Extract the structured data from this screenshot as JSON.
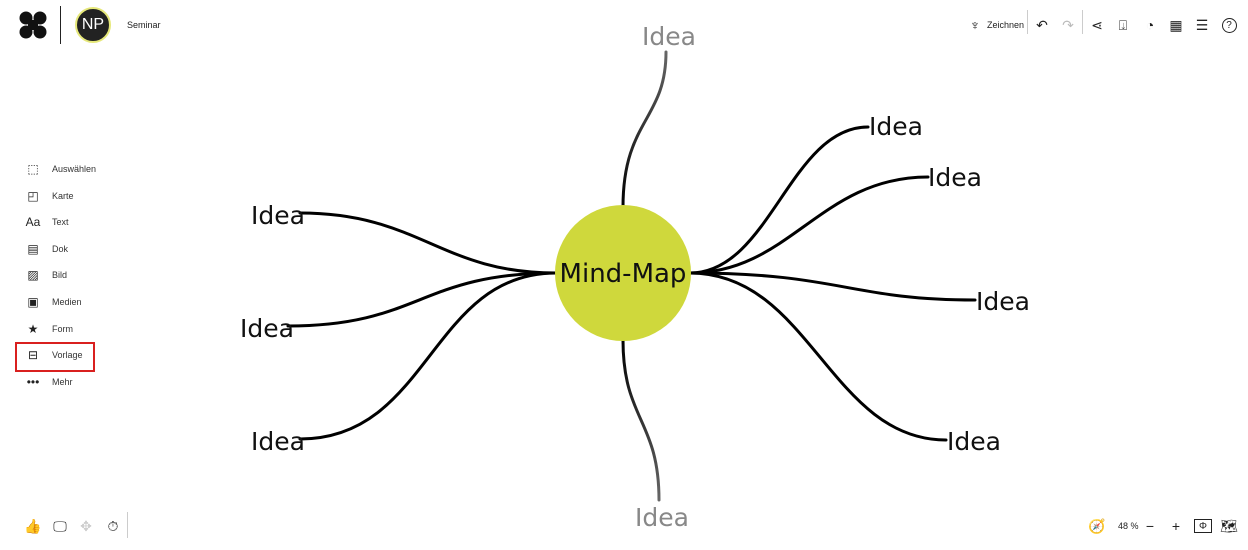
{
  "header": {
    "board_title": "Seminar",
    "avatar_initials": "NP"
  },
  "toolbar": {
    "draw_label": "Zeichnen"
  },
  "sidebar": {
    "items": [
      {
        "label": "Auswählen",
        "icon": "select-icon"
      },
      {
        "label": "Karte",
        "icon": "card-icon"
      },
      {
        "label": "Text",
        "icon": "text-icon"
      },
      {
        "label": "Dok",
        "icon": "document-icon"
      },
      {
        "label": "Bild",
        "icon": "image-icon"
      },
      {
        "label": "Medien",
        "icon": "media-icon"
      },
      {
        "label": "Form",
        "icon": "star-icon"
      },
      {
        "label": "Vorlage",
        "icon": "template-icon",
        "highlighted": true
      },
      {
        "label": "Mehr",
        "icon": "more-icon"
      }
    ]
  },
  "mindmap": {
    "center": "Mind-Map",
    "center_color": "#cfd83c",
    "ideas": [
      "Idea",
      "Idea",
      "Idea",
      "Idea",
      "Idea",
      "Idea",
      "Idea",
      "Idea",
      "Idea"
    ]
  },
  "zoom": {
    "level": "48 %"
  },
  "colors": {
    "highlight": "#d9201f"
  }
}
